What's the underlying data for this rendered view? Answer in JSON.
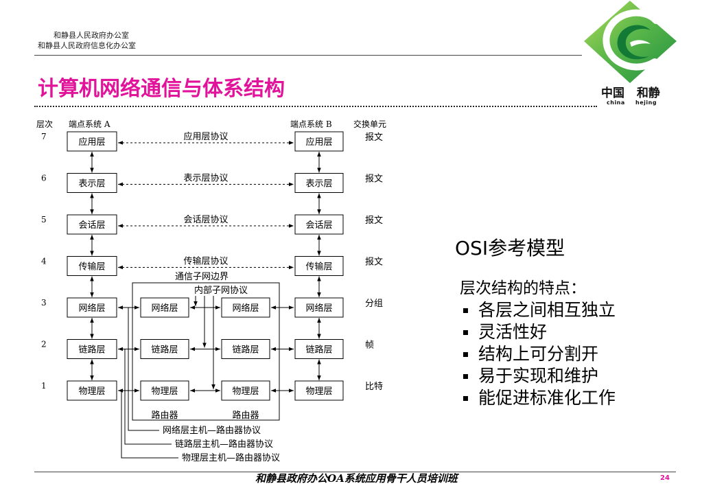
{
  "header": {
    "org_line1": "和静县人民政府办公室",
    "org_line2": "和静县人民政府信息化办公室"
  },
  "logo": {
    "icon": "hejing-logo-icon",
    "cn_text": "中国 和静",
    "en_text": "china hejing"
  },
  "title": "计算机网络通信与体系结构",
  "diagram": {
    "headers": {
      "layer": "层次",
      "end_a": "端点系统 A",
      "end_b": "端点系统 B",
      "unit": "交换单元"
    },
    "layers": [
      {
        "num": "7",
        "name": "应用层",
        "protocol": "应用层协议",
        "unit": "报文"
      },
      {
        "num": "6",
        "name": "表示层",
        "protocol": "表示层协议",
        "unit": "报文"
      },
      {
        "num": "5",
        "name": "会话层",
        "protocol": "会话层协议",
        "unit": "报文"
      },
      {
        "num": "4",
        "name": "传输层",
        "protocol": "传输层协议",
        "unit": "报文"
      },
      {
        "num": "3",
        "name": "网络层",
        "unit": "分组"
      },
      {
        "num": "2",
        "name": "链路层",
        "unit": "帧"
      },
      {
        "num": "1",
        "name": "物理层",
        "unit": "比特"
      }
    ],
    "subnet": {
      "boundary_label": "通信子网边界",
      "internal_protocol": "内部子网协议",
      "routers": [
        "路由器",
        "路由器"
      ],
      "router_layers": [
        "网络层",
        "链路层",
        "物理层"
      ]
    },
    "host_router_protocols": [
      "网络层主机—路由器协议",
      "链路层主机—路由器协议",
      "物理层主机—路由器协议"
    ]
  },
  "side": {
    "heading": "OSI参考模型",
    "subheading": "层次结构的特点：",
    "bullets": [
      "各层之间相互独立",
      "灵活性好",
      "结构上可分割开",
      "易于实现和维护",
      "能促进标准化工作"
    ]
  },
  "footer": {
    "course": "和静县政府办公OA系统应用骨干人员培训班",
    "page": "24"
  },
  "colors": {
    "title": "#E0139A",
    "page_number": "#E0139A"
  }
}
